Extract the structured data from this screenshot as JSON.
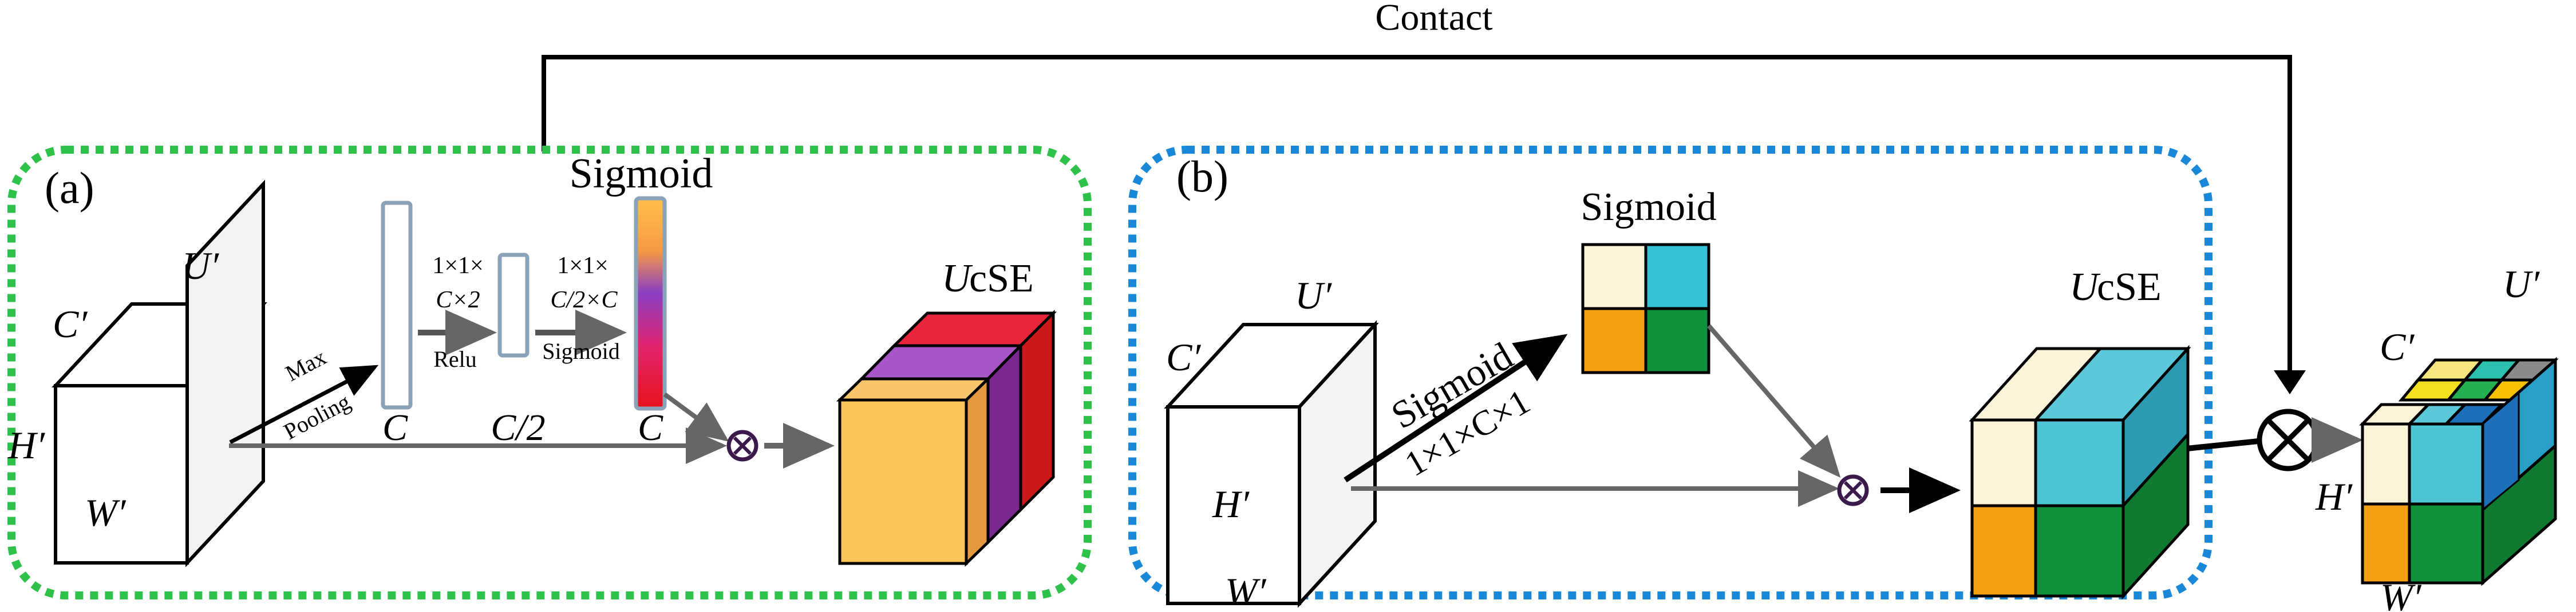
{
  "top": {
    "label": "Contact"
  },
  "panel_a": {
    "tag": "(a)",
    "cube_dims": {
      "u": "U′",
      "c": "C′",
      "h": "H′",
      "w": "W′"
    },
    "pool_label_1": "Max",
    "pool_label_2": "Pooling",
    "conv1_line1": "1×1×",
    "conv1_line2": "C×2",
    "conv1_act": "Relu",
    "conv2_line1": "1×1×",
    "conv2_line2": "C/2×C",
    "conv2_act": "Sigmoid",
    "bar1_label": "C",
    "bar2_label": "C/2",
    "bar3_label": "C",
    "sigmoid_label": "Sigmoid",
    "out_label_1": "U",
    "out_label_2": "cSE",
    "colors": {
      "box_stroke": "#8ba3b8",
      "frame": "#2ec24a"
    }
  },
  "panel_b": {
    "tag": "(b)",
    "cube_dims": {
      "u": "U′",
      "c": "C′",
      "h": "H′",
      "w": "W′"
    },
    "arrow_label": "Sigmoid",
    "arrow_sub": "1×1×C×1",
    "sigmoid_label": "Sigmoid",
    "out_label_1": "U",
    "out_label_2": "cSE",
    "colors": {
      "frame": "#1a88d8"
    }
  },
  "final": {
    "cube_dims": {
      "u": "U′",
      "c": "C′",
      "h": "H′",
      "w": "W′"
    }
  }
}
